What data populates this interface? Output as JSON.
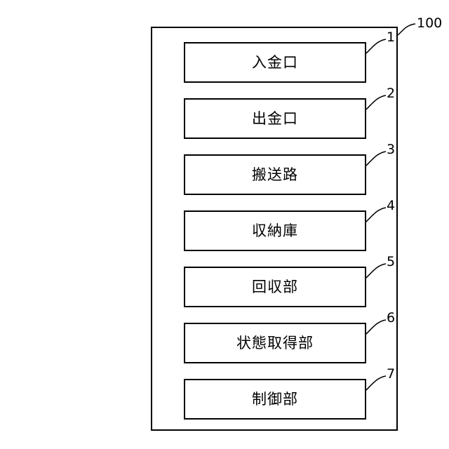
{
  "diagram": {
    "frame_ref": "100",
    "blocks": [
      {
        "ref": "1",
        "label": "入金口"
      },
      {
        "ref": "2",
        "label": "出金口"
      },
      {
        "ref": "3",
        "label": "搬送路"
      },
      {
        "ref": "4",
        "label": "収納庫"
      },
      {
        "ref": "5",
        "label": "回収部"
      },
      {
        "ref": "6",
        "label": "状態取得部"
      },
      {
        "ref": "7",
        "label": "制御部"
      }
    ]
  }
}
